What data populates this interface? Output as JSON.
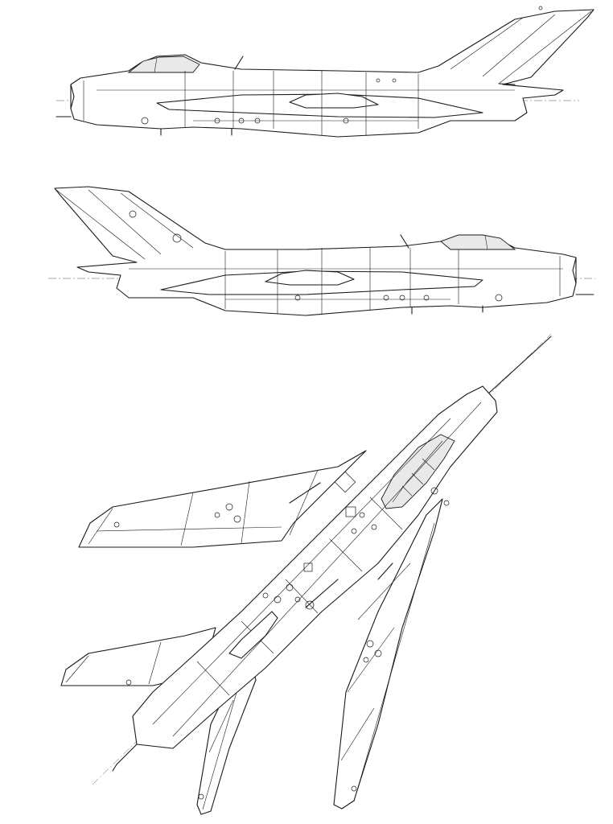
{
  "drawing": {
    "views": [
      {
        "name": "left-side-profile"
      },
      {
        "name": "right-side-profile"
      },
      {
        "name": "planform-top-view"
      }
    ],
    "line_color": "#1a1a1a",
    "background": "#ffffff"
  }
}
